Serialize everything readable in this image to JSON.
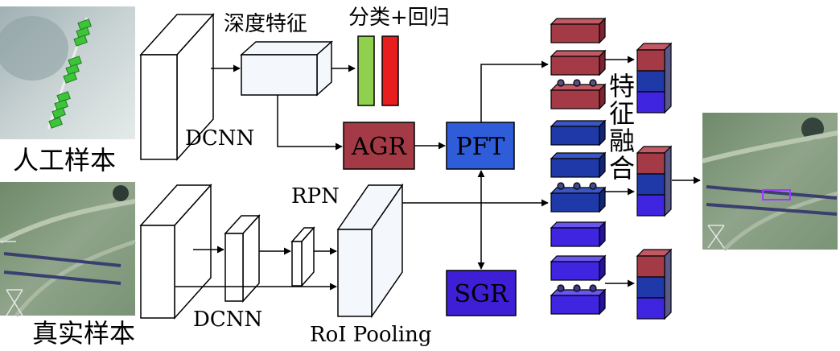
{
  "labels": {
    "deep_feature": "深度特征",
    "cls_reg": "分类+回归",
    "dcnn_top": "DCNN",
    "dcnn_bottom": "DCNN",
    "rpn": "RPN",
    "roi_pooling": "RoI Pooling",
    "artificial_sample": "人工样本",
    "real_sample": "真实样本",
    "feature_fusion": [
      "特",
      "征",
      "融",
      "合"
    ]
  },
  "modules": {
    "agr": "AGR",
    "pft": "PFT",
    "sgr": "SGR"
  },
  "colors": {
    "agr_fill": "#a33a46",
    "pft_fill": "#2f5cd9",
    "sgr_fill": "#3f1fd6",
    "feature_red": "#a33a46",
    "feature_navy": "#1f3aa8",
    "feature_violet": "#3f25e0",
    "cls_green": "#8fd14f",
    "reg_red": "#e81e1e"
  },
  "icons": {
    "artificial_image": "insulator-sample-image",
    "real_image": "powerline-photo-image",
    "output_image": "detection-result-image"
  }
}
